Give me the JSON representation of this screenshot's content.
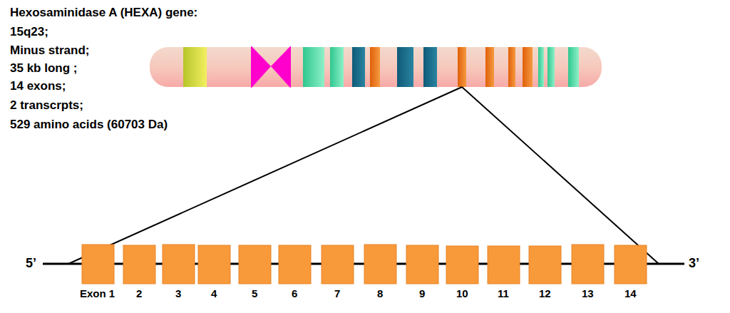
{
  "diagram": {
    "title": "Hexosaminidase A (HEXA) gene:",
    "labels": [
      "15q23;",
      "Minus strand;",
      "35 kb long ;",
      "14 exons;",
      "2 transcrpts;",
      "529 amino acids (60703 Da)",
      "5’",
      "3’",
      "Exon 1",
      "2",
      "3",
      "4",
      "5",
      "6",
      "7",
      "8",
      "9",
      "10",
      "11",
      "12",
      "13",
      "14"
    ]
  }
}
